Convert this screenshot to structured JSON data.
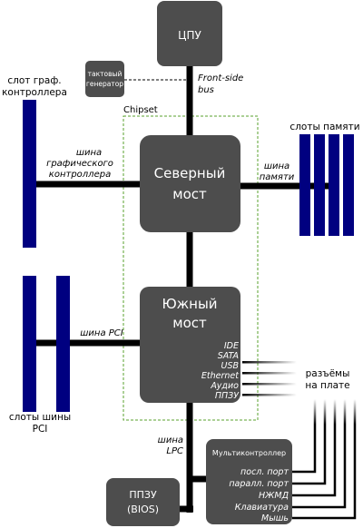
{
  "cpu": {
    "label": "ЦПУ"
  },
  "clock": {
    "line1": "тактовый",
    "line2": "генератор"
  },
  "fsb": {
    "line1": "Front-side",
    "line2": "bus"
  },
  "chipset": {
    "label": "Chipset"
  },
  "north_bridge": {
    "line1": "Северный",
    "line2": "мост"
  },
  "south_bridge": {
    "line1": "Южный",
    "line2": "мост",
    "ports": [
      "IDE",
      "SATA",
      "USB",
      "Ethernet",
      "Аудио",
      "ППЗУ"
    ]
  },
  "gfx_slot": {
    "line1": "слот граф.",
    "line2": "контроллера"
  },
  "gfx_bus": {
    "line1": "шина",
    "line2": "графического",
    "line3": "контроллера"
  },
  "mem_slots": {
    "label": "слоты памяти"
  },
  "mem_bus": {
    "line1": "шина",
    "line2": "памяти"
  },
  "pci_slots": {
    "line1": "слоты шины",
    "line2": "PCI"
  },
  "pci_bus": {
    "label": "шина PCI"
  },
  "onboard": {
    "line1": "разъёмы",
    "line2": "на плате"
  },
  "lpc": {
    "line1": "шина",
    "line2": "LPC"
  },
  "bios": {
    "line1": "ППЗУ",
    "line2": "(BIOS)"
  },
  "superio": {
    "title": "Мультиконтроллер",
    "ports": [
      "посл. порт",
      "паралл. порт",
      "НЖМД",
      "Клавиатура",
      "Мышь"
    ]
  },
  "colors": {
    "box": "#4d4d4d",
    "slot": "#000080",
    "bus": "#000000",
    "chipset_border": "#5aa02c"
  }
}
